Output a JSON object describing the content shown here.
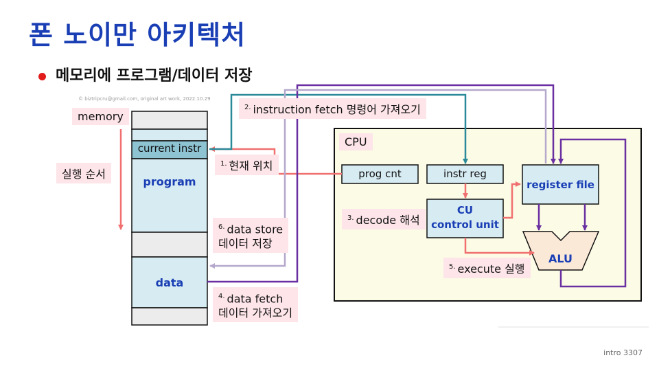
{
  "title": "폰 노이만 아키텍처",
  "bullet": "메모리에 프로그램/데이터 저장",
  "watermark": "© biztripcru@gmail.com, original art work, 2022.10.29",
  "memory": {
    "label": "memory",
    "current_instr": "current instr",
    "program": "program",
    "data": "data"
  },
  "order_label": "실행 순서",
  "steps": {
    "s1_num": "1.",
    "s1_text": "현재 위치",
    "s2_num": "2.",
    "s2_text": "instruction fetch 명령어 가져오기",
    "s3_num": "3.",
    "s3_text": "decode 해석",
    "s4_num": "4.",
    "s4_line1": "data fetch",
    "s4_line2": "데이터 가져오기",
    "s5_num": "5.",
    "s5_text": "execute 실행",
    "s6_num": "6.",
    "s6_line1": "data store",
    "s6_line2": "데이터 저장"
  },
  "cpu": {
    "label": "CPU",
    "prog_cnt": "prog cnt",
    "instr_reg": "instr reg",
    "cu_line1": "CU",
    "cu_line2": "control unit",
    "register_file": "register file",
    "alu": "ALU"
  },
  "footer": "intro  3307",
  "colors": {
    "title": "#1a3fb5",
    "pink_arrow": "#f07070",
    "teal_arrow": "#2b8a9a",
    "lavender_arrow": "#b5a8cc",
    "purple_arrow": "#6a2fa0",
    "box_light_blue": "#d7ebf2",
    "cpu_bg": "#fbfbe6"
  }
}
